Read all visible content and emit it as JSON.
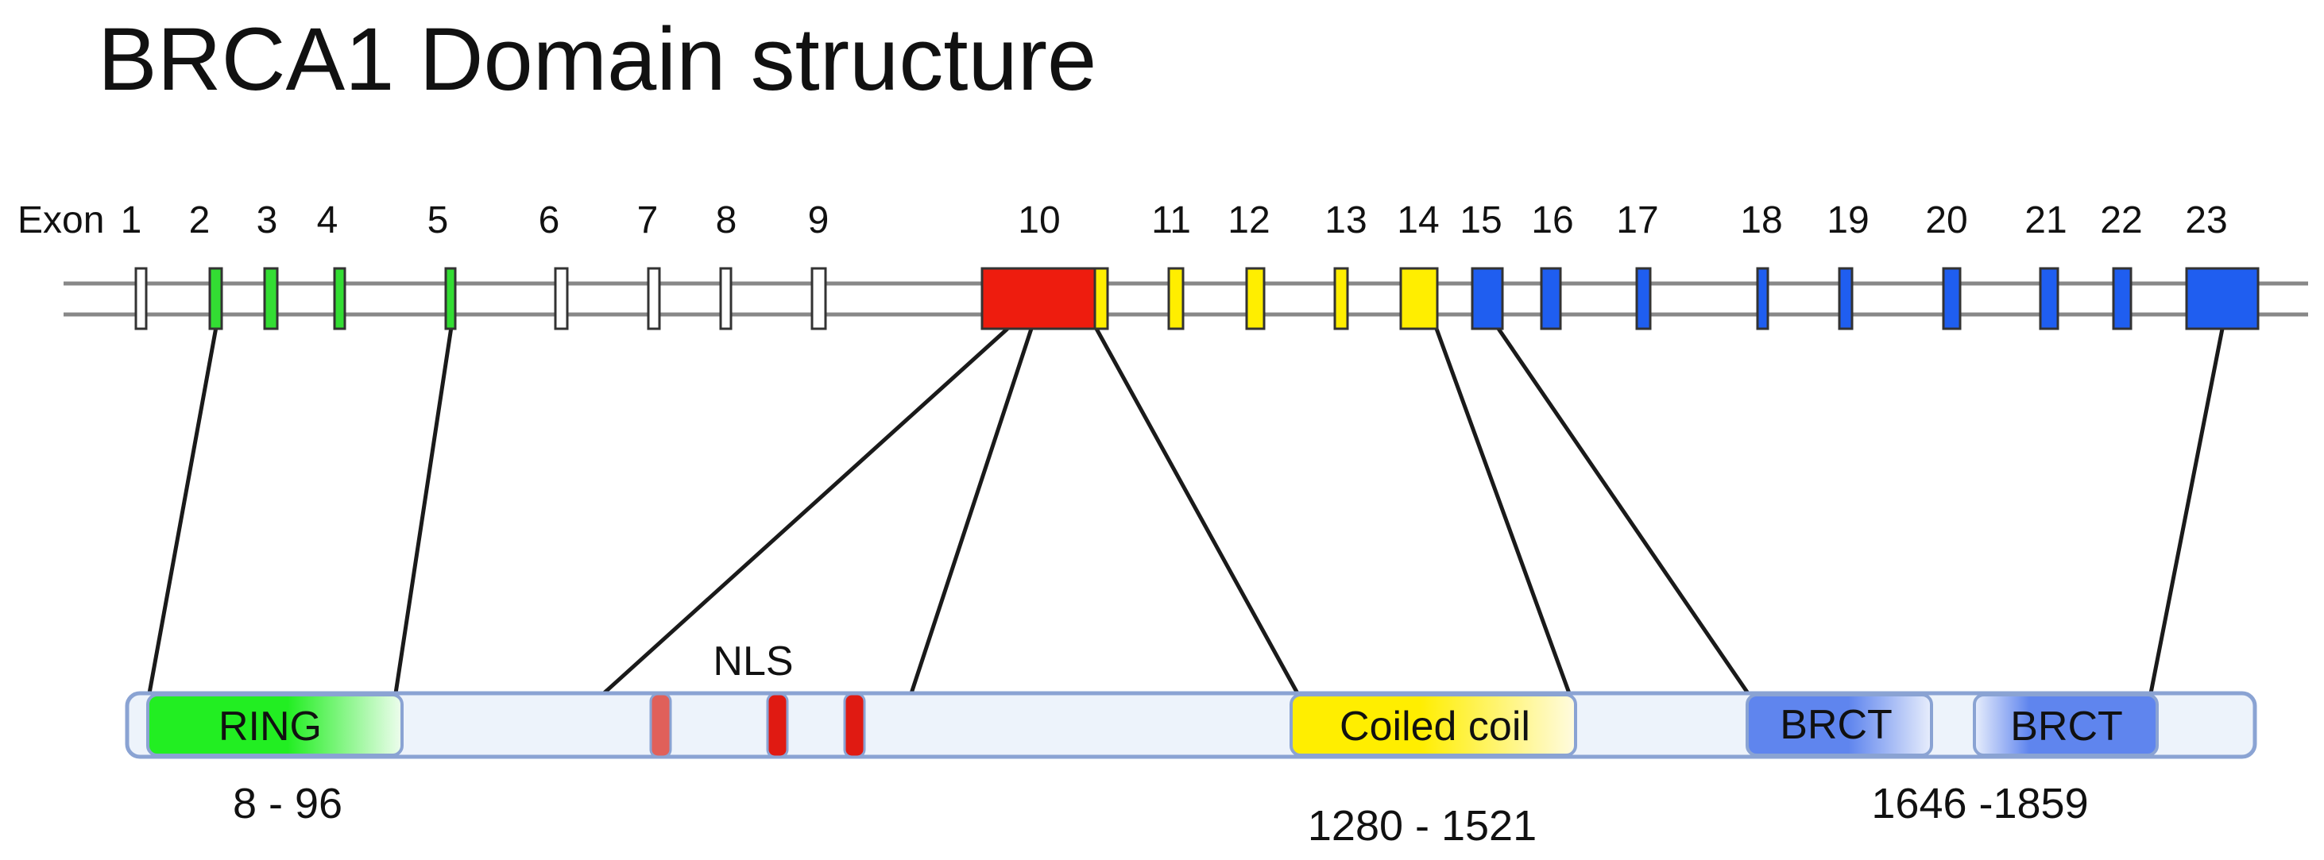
{
  "title": "BRCA1 Domain structure",
  "exon_prefix": "Exon",
  "exons": [
    {
      "label": "1",
      "color": "#ffffff"
    },
    {
      "label": "2",
      "color": "#33dd33"
    },
    {
      "label": "3",
      "color": "#33dd33"
    },
    {
      "label": "4",
      "color": "#33dd33"
    },
    {
      "label": "5",
      "color": "#33dd33"
    },
    {
      "label": "6",
      "color": "#ffffff"
    },
    {
      "label": "7",
      "color": "#ffffff"
    },
    {
      "label": "8",
      "color": "#ffffff"
    },
    {
      "label": "9",
      "color": "#ffffff"
    },
    {
      "label": "10",
      "color": "#ee1c0e",
      "accent_color": "#ffee00"
    },
    {
      "label": "11",
      "color": "#ffee00"
    },
    {
      "label": "12",
      "color": "#ffee00"
    },
    {
      "label": "13",
      "color": "#ffee00"
    },
    {
      "label": "14",
      "color": "#ffee00"
    },
    {
      "label": "15",
      "color": "#1f5ef0"
    },
    {
      "label": "16",
      "color": "#1f5ef0"
    },
    {
      "label": "17",
      "color": "#1f5ef0"
    },
    {
      "label": "18",
      "color": "#1f5ef0"
    },
    {
      "label": "19",
      "color": "#1f5ef0"
    },
    {
      "label": "20",
      "color": "#1f5ef0"
    },
    {
      "label": "21",
      "color": "#1f5ef0"
    },
    {
      "label": "22",
      "color": "#1f5ef0"
    },
    {
      "label": "23",
      "color": "#1f5ef0"
    }
  ],
  "protein": {
    "color": "#edf3fb",
    "border_color": "#8aa3d3",
    "nls_label": "NLS",
    "nls_colors": [
      "#e0605a",
      "#e01a12",
      "#e01a12"
    ],
    "domains": [
      {
        "name": "RING",
        "color": "#22ee22",
        "fade_color": "#eefdee"
      },
      {
        "name": "Coiled coil",
        "color": "#ffee00",
        "fade_color": "#fffbe0"
      },
      {
        "name": "BRCT",
        "color": "#5f85ee",
        "fade_color": "#e8eefc"
      },
      {
        "name": "BRCT",
        "color": "#5f85ee",
        "fade_color": "#e8eefc"
      }
    ],
    "ranges": [
      "8 - 96",
      "1280 - 1521",
      "1646 -1859"
    ]
  }
}
